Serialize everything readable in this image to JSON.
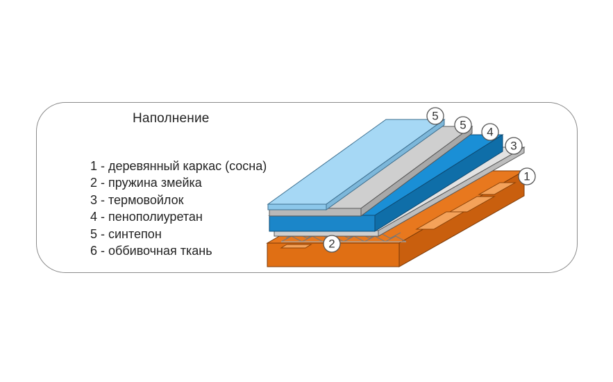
{
  "title": "Наполнение",
  "legend": [
    "1 - деревянный каркас (сосна)",
    "2 - пружина змейка",
    "3 - термовойлок",
    "4 - пенополиуретан",
    "5 - синтепон",
    "6 - оббивочная ткань"
  ],
  "markers": [
    "5",
    "5",
    "4",
    "3",
    "1",
    "2"
  ],
  "colors": {
    "frame_wood": "#e8781e",
    "spring": "#c8c8c8",
    "felt": "#d9d9d9",
    "foam": "#1a8fd6",
    "synthepon": "#c9c9c9",
    "fabric": "#9fd6f5"
  }
}
